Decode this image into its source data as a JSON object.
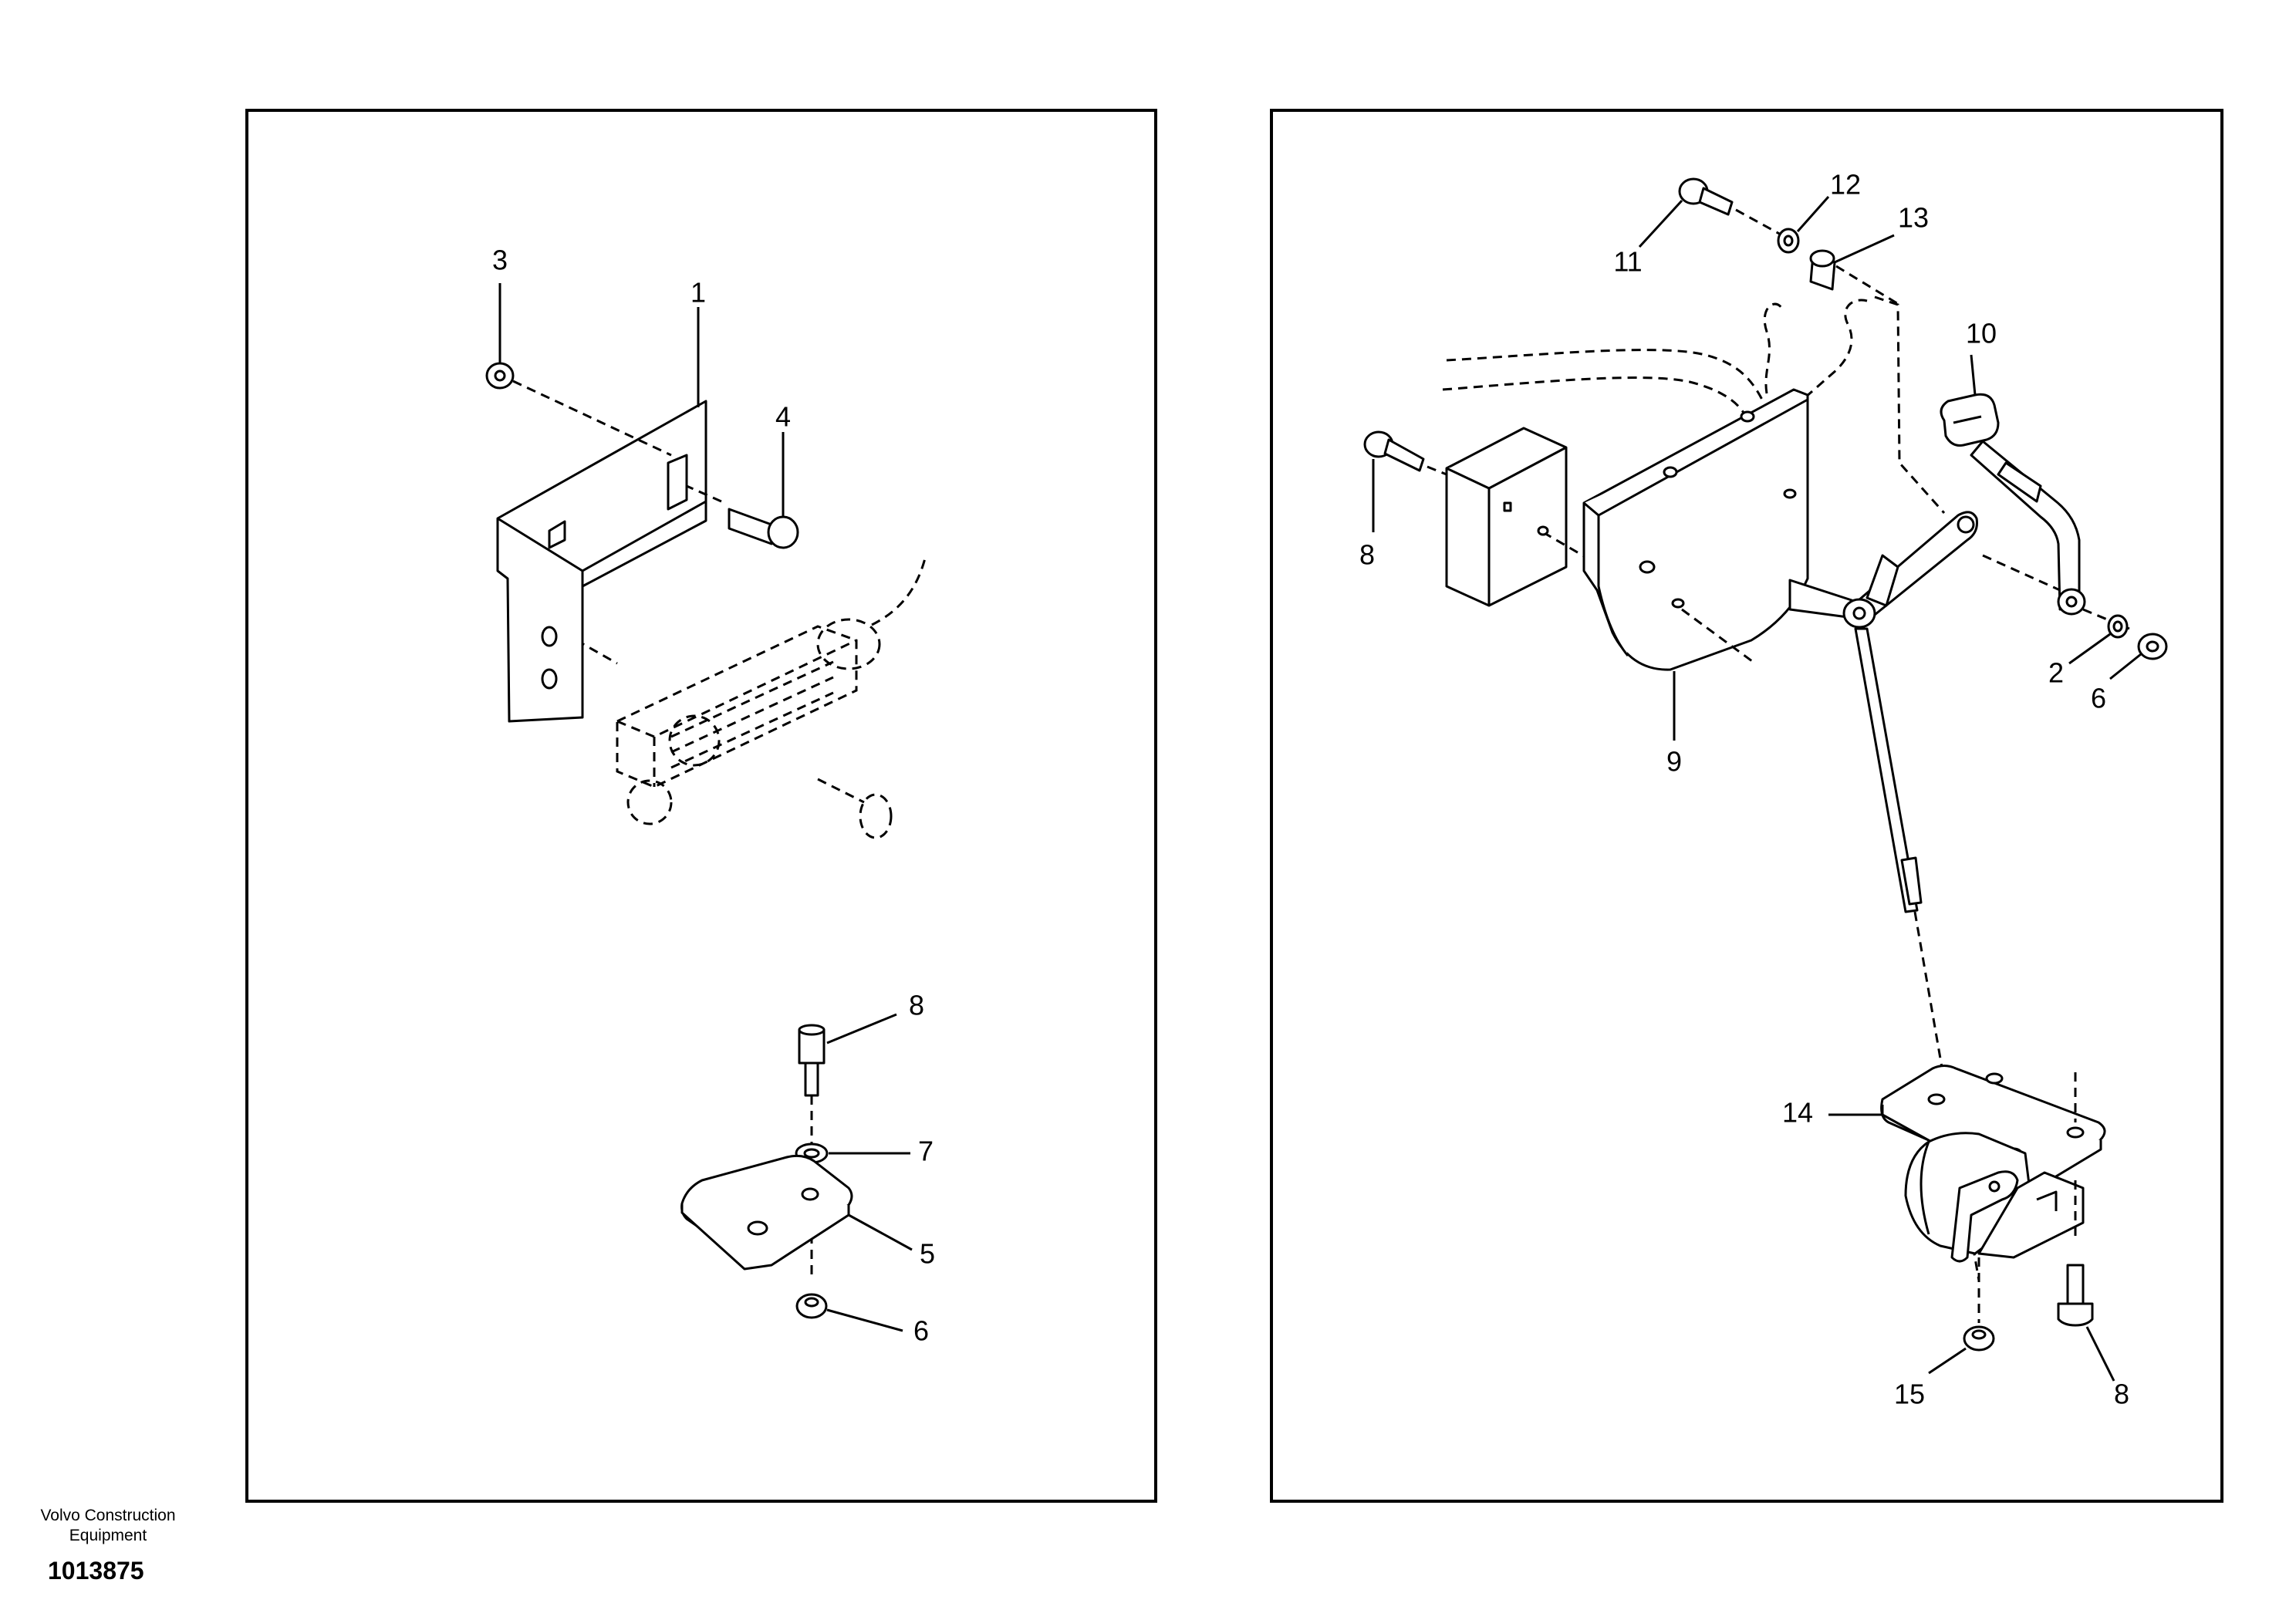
{
  "footer": {
    "company": "Volvo Construction Equipment",
    "drawing_number": "1013875"
  },
  "panels": {
    "left": {
      "labels": [
        "3",
        "1",
        "4",
        "8",
        "7",
        "5",
        "6"
      ]
    },
    "right": {
      "labels": [
        "11",
        "12",
        "13",
        "10",
        "8",
        "9",
        "2",
        "6",
        "14",
        "15",
        "8"
      ]
    }
  }
}
